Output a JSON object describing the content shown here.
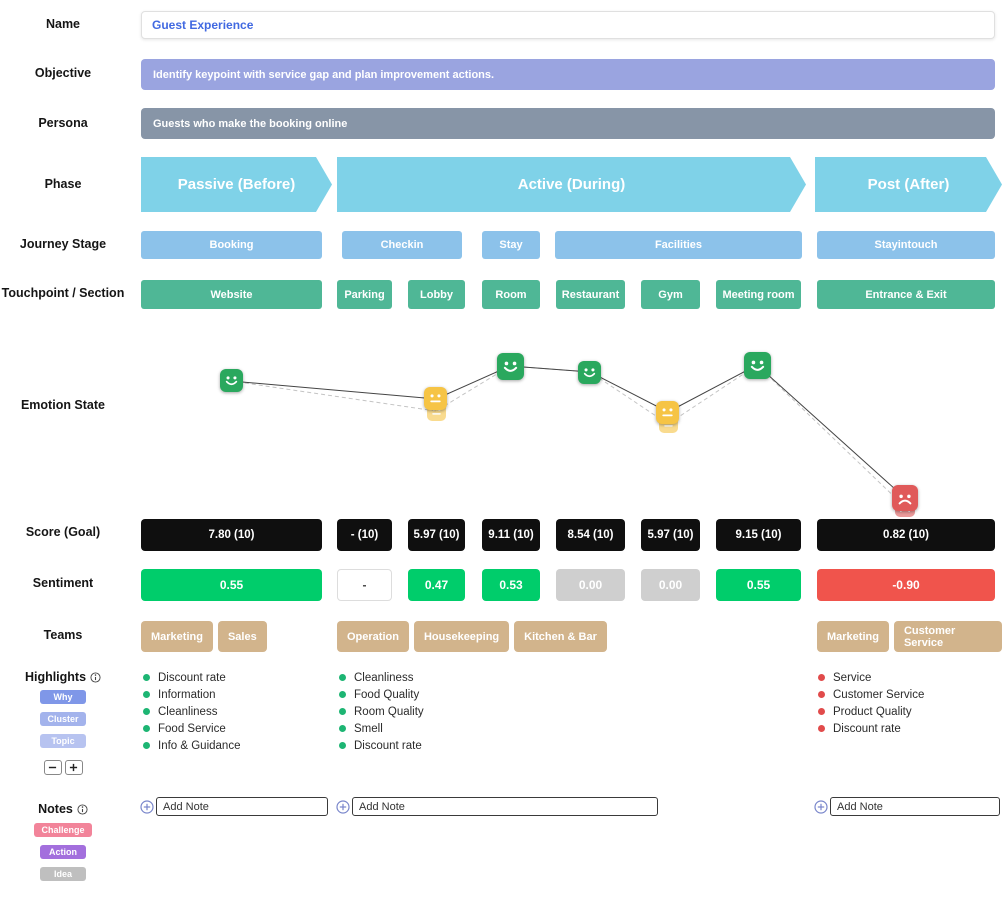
{
  "sidebar": {
    "labels": {
      "name": "Name",
      "objective": "Objective",
      "persona": "Persona",
      "phase": "Phase",
      "journey_stage": "Journey Stage",
      "touchpoint": "Touchpoint / Section",
      "emotion": "Emotion State",
      "score": "Score (Goal)",
      "sentiment": "Sentiment",
      "teams": "Teams",
      "highlights": "Highlights",
      "notes": "Notes"
    },
    "highlight_tags": [
      "Why",
      "Cluster",
      "Topic"
    ],
    "note_tags": [
      "Challenge",
      "Action",
      "Idea"
    ]
  },
  "fields": {
    "name_value": "Guest Experience",
    "objective_value": "Identify keypoint with service gap and plan improvement actions.",
    "persona_value": "Guests who make the booking online"
  },
  "phases": [
    "Passive (Before)",
    "Active (During)",
    "Post (After)"
  ],
  "journey_stages": [
    "Booking",
    "Checkin",
    "Stay",
    "Facilities",
    "Stayintouch"
  ],
  "touchpoints": [
    "Website",
    "Parking",
    "Lobby",
    "Room",
    "Restaurant",
    "Gym",
    "Meeting room",
    "Entrance & Exit"
  ],
  "scores": [
    "7.80 (10)",
    "- (10)",
    "5.97 (10)",
    "9.11 (10)",
    "8.54 (10)",
    "5.97 (10)",
    "9.15 (10)",
    "0.82 (10)"
  ],
  "sentiments": [
    "0.55",
    "-",
    "0.47",
    "0.53",
    "0.00",
    "0.00",
    "0.55",
    "-0.90"
  ],
  "teams": {
    "col1": [
      "Marketing",
      "Sales"
    ],
    "col2": [
      "Operation",
      "Housekeeping",
      "Kitchen & Bar"
    ],
    "col3": [
      "Marketing",
      "Customer Service"
    ]
  },
  "highlights": {
    "col1": [
      "Discount rate",
      "Information",
      "Cleanliness",
      "Food Service",
      "Info & Guidance"
    ],
    "col2": [
      "Cleanliness",
      "Food Quality",
      "Room Quality",
      "Smell",
      "Discount rate"
    ],
    "col3": [
      "Service",
      "Customer Service",
      "Product Quality",
      "Discount rate"
    ]
  },
  "notes": {
    "placeholder": "Add Note"
  },
  "colors": {
    "objective_bar": "#9aa4e0",
    "persona_bar": "#8795a7",
    "phase": "#7fd2e8",
    "journey_stage": "#8cc2ea",
    "touchpoint": "#4fb796",
    "score_bg": "#0f0f0f",
    "sentiment_positive": "#00cd6b",
    "sentiment_neutral": "#cfcfcf",
    "sentiment_negative": "#f0544c",
    "teams_chip": "#d2b48c",
    "emotion_happy": "#2aa85e",
    "emotion_neutral": "#f6c445",
    "emotion_sad": "#e05a5a",
    "tag_why": "#7f97e8",
    "tag_cluster": "#a3b3ec",
    "tag_topic": "#b7c3f0",
    "tag_challenge": "#f2849a",
    "tag_action": "#a36fdd",
    "tag_idea": "#bfbfbf"
  },
  "chart_data": {
    "type": "line",
    "title": "Emotion State",
    "categories": [
      "Website",
      "Parking",
      "Lobby",
      "Room",
      "Restaurant",
      "Gym",
      "Meeting room",
      "Entrance & Exit"
    ],
    "series": [
      {
        "name": "Score",
        "values": [
          7.8,
          null,
          5.97,
          9.11,
          8.54,
          5.97,
          9.15,
          0.82
        ]
      },
      {
        "name": "Goal",
        "values": [
          10,
          10,
          10,
          10,
          10,
          10,
          10,
          10
        ]
      }
    ],
    "emotions": [
      "happy",
      null,
      "neutral",
      "happy",
      "happy",
      "neutral",
      "happy",
      "sad"
    ],
    "sentiment_values": [
      0.55,
      null,
      0.47,
      0.53,
      0.0,
      0.0,
      0.55,
      -0.9
    ],
    "ylim": [
      0,
      10
    ],
    "legend": "none",
    "grid": false
  }
}
